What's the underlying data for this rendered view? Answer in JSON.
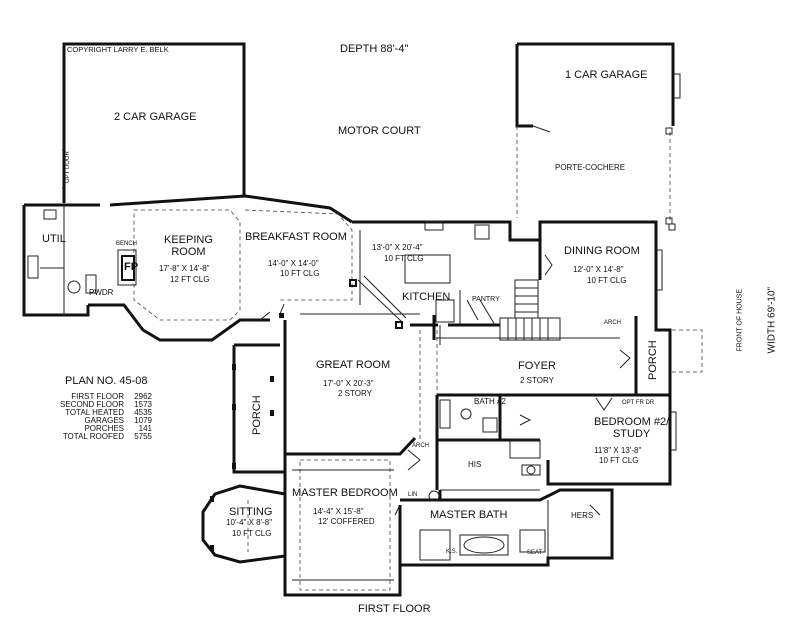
{
  "plan": {
    "depth": "DEPTH  88'-4\"",
    "width": "WIDTH  69'-10\"",
    "front_of_house": "FRONT OF HOUSE",
    "copyright": "COPYRIGHT LARRY E. BELK",
    "floor_title": "FIRST FLOOR"
  },
  "rooms": {
    "garage2": "2 CAR GARAGE",
    "garage1": "1 CAR GARAGE",
    "motor_court": "MOTOR COURT",
    "porte_cochere": "PORTE-COCHERE",
    "util": "UTIL",
    "pwdr": "PWDR",
    "fp": "FP",
    "bench": "BENCH",
    "keeping": {
      "name": "KEEPING\nROOM",
      "dims": "17'-8\" X 14'-8\"",
      "clg": "12 FT CLG"
    },
    "breakfast": {
      "name": "BREAKFAST ROOM",
      "dims": "14'-0\" X 14'-0\"",
      "clg": "10 FT CLG"
    },
    "kitchen": {
      "name": "KITCHEN",
      "dims": "13'-0\" X 20'-4\"",
      "clg": "10 FT CLG"
    },
    "pantry": "PANTRY",
    "dining": {
      "name": "DINING ROOM",
      "dims": "12'-0\" X 14'-8\"",
      "clg": "10 FT CLG"
    },
    "great": {
      "name": "GREAT ROOM",
      "dims": "17'-0\" X 20'-3\"",
      "clg": "2 STORY"
    },
    "foyer": {
      "name": "FOYER",
      "clg": "2 STORY"
    },
    "porch_front": "PORCH",
    "porch_left": "PORCH",
    "bath2": "BATH #2",
    "bedroom2": {
      "name": "BEDROOM #2/\nSTUDY",
      "dims": "11'8\" X 13'-8\"",
      "clg": "10 FT CLG"
    },
    "his": "HIS",
    "hers": "HERS",
    "lin": "LIN",
    "master_bed": {
      "name": "MASTER BEDROOM",
      "dims": "14'-4\" X 15'-8\"",
      "clg": "12' COFFERED"
    },
    "master_bath": "MASTER BATH",
    "sitting": {
      "name": "SITTING",
      "dims": "10'-4\" X 8'-8\"",
      "clg": "10 FT CLG"
    },
    "seat": "SEAT",
    "ks": "K.S.",
    "arch_foyer": "ARCH",
    "arch_great": "ARCH",
    "opt_door": "OPT DOOR",
    "opt_fr_dr": "OPT FR DR"
  },
  "stats": {
    "plan_no": "PLAN NO.  45-08",
    "labels": [
      "FIRST FLOOR",
      "SECOND FLOOR",
      "TOTAL HEATED",
      "GARAGES",
      "PORCHES",
      "TOTAL ROOFED"
    ],
    "values": [
      "2962",
      "1573",
      "4535",
      "1079",
      "141",
      "5755"
    ]
  }
}
